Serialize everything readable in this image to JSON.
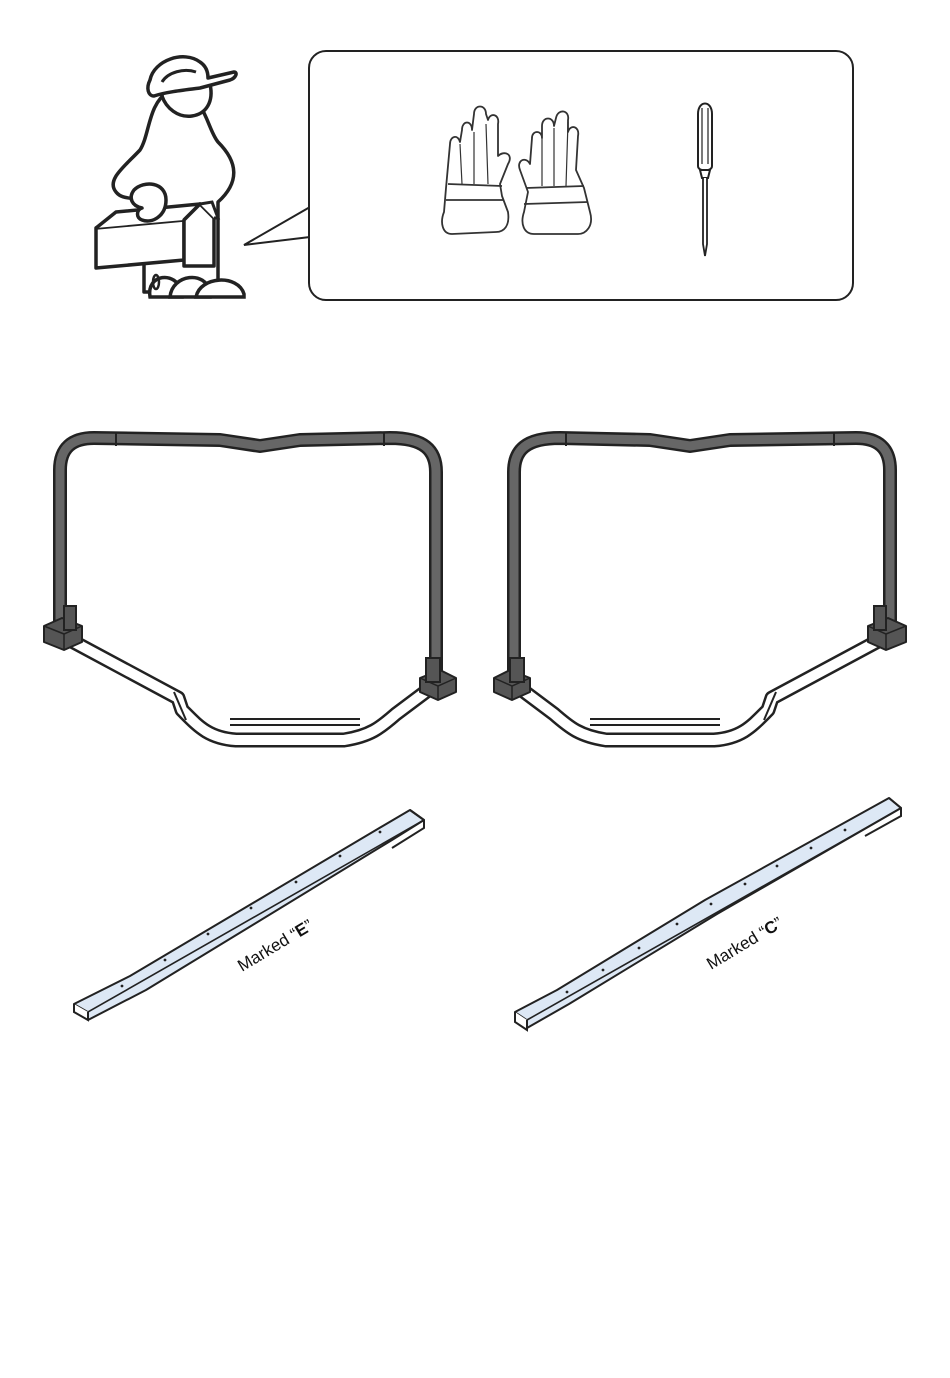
{
  "callout": {
    "mascot_icon": "assembler-with-toolbox-icon",
    "tools": [
      {
        "name": "work gloves",
        "icon": "gloves-icon"
      },
      {
        "name": "screwdriver",
        "icon": "phillips-screwdriver-icon"
      }
    ]
  },
  "parts": {
    "frame_left_icon": "tubular-frame-icon",
    "frame_right_icon": "tubular-frame-icon",
    "rail_left": {
      "label_prefix": "Marked “",
      "letter": "E",
      "label_suffix": "”"
    },
    "rail_right": {
      "label_prefix": "Marked “",
      "letter": "C",
      "label_suffix": "”"
    }
  },
  "colors": {
    "line": "#222222",
    "frame_tube": "#555555",
    "rail_fill": "#dde8f5"
  }
}
